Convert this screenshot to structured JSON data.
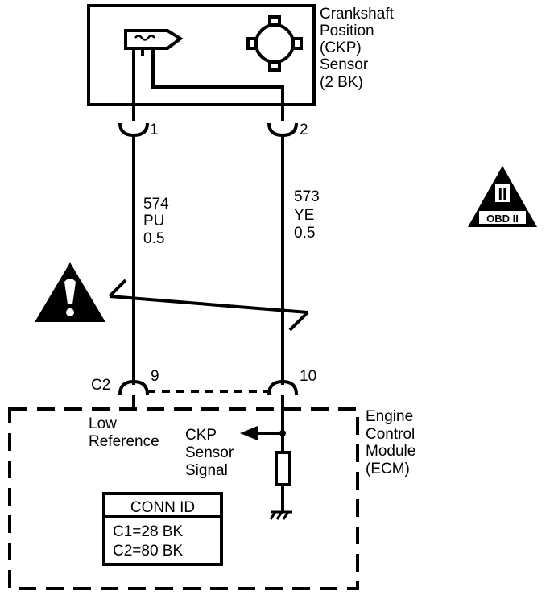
{
  "sensor": {
    "name_lines": [
      "Crankshaft",
      "Position",
      "(CKP)",
      "Sensor",
      "(2 BK)"
    ]
  },
  "terminals": {
    "sensor_pin_a": "1",
    "sensor_pin_b": "2",
    "ecm_connector": "C2",
    "ecm_pin_a": "9",
    "ecm_pin_b": "10"
  },
  "wires": {
    "left": {
      "circuit": "574",
      "color": "PU",
      "gauge": "0.5"
    },
    "right": {
      "circuit": "573",
      "color": "YE",
      "gauge": "0.5"
    }
  },
  "ecm": {
    "name_lines": [
      "Engine",
      "Control",
      "Module",
      "(ECM)"
    ],
    "low_reference_lines": [
      "Low",
      "Reference"
    ],
    "signal_lines": [
      "CKP",
      "Sensor",
      "Signal"
    ]
  },
  "conn_id": {
    "title": "CONN ID",
    "rows": [
      "C1=28 BK",
      "C2=80 BK"
    ]
  },
  "badges": {
    "obd_symbol": "II",
    "obd_label": "OBD II",
    "warning_symbol": "!"
  }
}
